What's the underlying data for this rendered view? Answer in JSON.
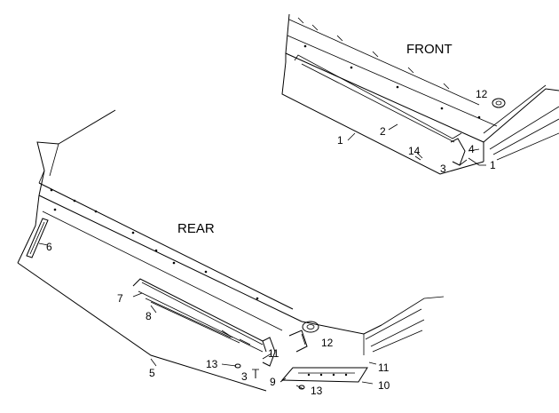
{
  "section_labels": {
    "front": "FRONT",
    "rear": "REAR"
  },
  "callouts": {
    "front": [
      "1",
      "2",
      "14",
      "3",
      "4",
      "1",
      "12"
    ],
    "rear": [
      "6",
      "7",
      "8",
      "5",
      "13",
      "3",
      "11",
      "12",
      "9",
      "13",
      "11",
      "10"
    ]
  }
}
